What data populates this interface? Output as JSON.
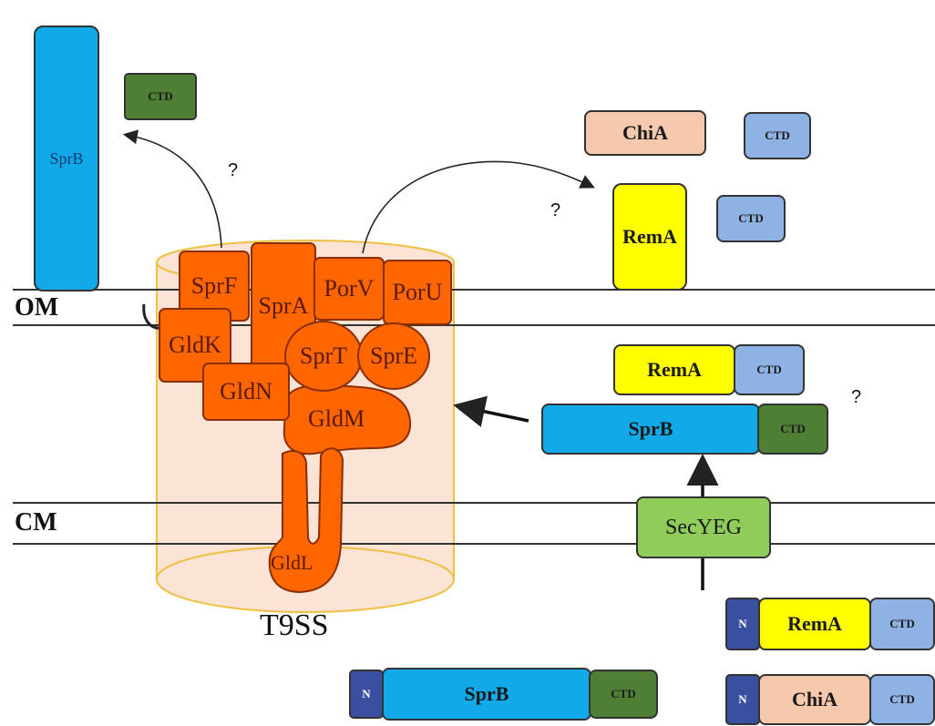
{
  "membranes": {
    "outer": "OM",
    "cytoplasmic": "CM"
  },
  "complex": {
    "label": "T9SS",
    "proteins": {
      "sprf": "SprF",
      "spra": "SprA",
      "porv": "PorV",
      "poru": "PorU",
      "gldk": "GldK",
      "sprt": "SprT",
      "spre": "SprE",
      "gldn": "GldN",
      "gldm": "GldM",
      "gldl": "GldL"
    }
  },
  "secreted": {
    "sprb_top": "SprB",
    "ctd_top_left": "CTD",
    "chia_top": "ChiA",
    "ctd_chia_top": "CTD",
    "rema_top": "RemA",
    "ctd_rema_top": "CTD"
  },
  "periplasm": {
    "rema": "RemA",
    "rema_ctd": "CTD",
    "sprb": "SprB",
    "sprb_ctd": "CTD",
    "secyeg": "SecYEG"
  },
  "cytoplasm": {
    "sprb_n": "N",
    "sprb": "SprB",
    "sprb_ctd": "CTD",
    "rema_n": "N",
    "rema": "RemA",
    "rema_ctd": "CTD",
    "chia_n": "N",
    "chia": "ChiA",
    "chia_ctd": "CTD"
  },
  "question_marks": {
    "q1": "?",
    "q2": "?",
    "q3": "?"
  },
  "colors": {
    "t9ss_protein": "#ff6600",
    "sprb": "#12a9e8",
    "ctd_dark": "#4f7f35",
    "ctd_light": "#8fb2e4",
    "rema": "#ffff00",
    "chia": "#f6c8ae",
    "secyeg": "#8fcc5a",
    "n_terminus": "#3a4fa0",
    "cylinder": "#fbe3d6"
  }
}
